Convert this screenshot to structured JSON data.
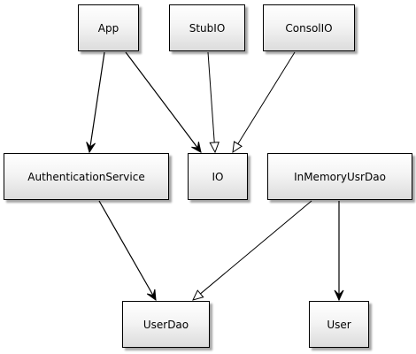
{
  "nodes": {
    "app": "App",
    "stubio": "StubIO",
    "consolio": "ConsolIO",
    "authservice": "AuthenticationService",
    "io": "IO",
    "inmemoryusrdao": "InMemoryUsrDao",
    "userdao": "UserDao",
    "user": "User"
  },
  "edges": [
    {
      "from": "app",
      "to": "authservice",
      "kind": "association"
    },
    {
      "from": "app",
      "to": "io",
      "kind": "association"
    },
    {
      "from": "stubio",
      "to": "io",
      "kind": "realization"
    },
    {
      "from": "consolio",
      "to": "io",
      "kind": "realization"
    },
    {
      "from": "authservice",
      "to": "userdao",
      "kind": "association"
    },
    {
      "from": "inmemoryusrdao",
      "to": "userdao",
      "kind": "realization"
    },
    {
      "from": "inmemoryusrdao",
      "to": "user",
      "kind": "association"
    }
  ],
  "colors": {
    "line": "#000000",
    "box_top": "#ffffff",
    "box_bottom": "#dcdcdc"
  }
}
